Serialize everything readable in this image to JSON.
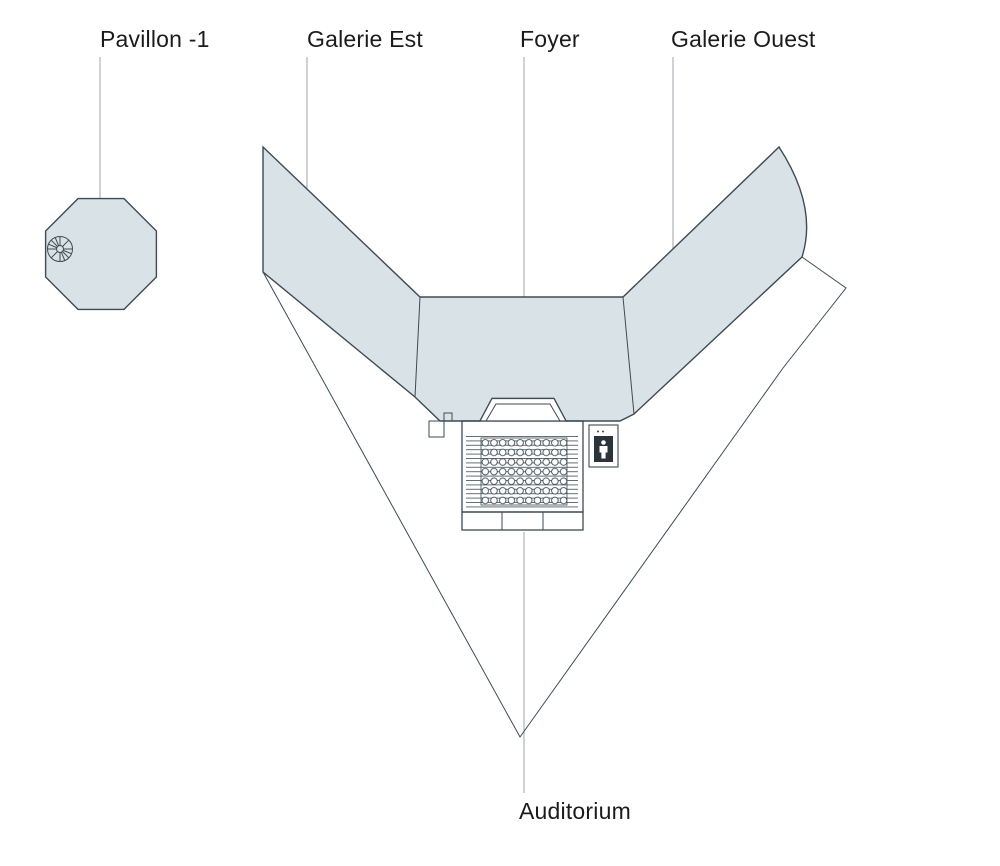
{
  "labels": [
    {
      "id": "pavillon",
      "text": "Pavillon -1"
    },
    {
      "id": "galerie-est",
      "text": "Galerie Est"
    },
    {
      "id": "foyer",
      "text": "Foyer"
    },
    {
      "id": "galerie-ouest",
      "text": "Galerie Ouest"
    },
    {
      "id": "auditorium",
      "text": "Auditorium"
    }
  ],
  "icons": {
    "spiral_staircase": "spiral-staircase-icon",
    "restroom": "restroom-icon"
  },
  "colors": {
    "background": "#ffffff",
    "area_fill": "#d9e2e6",
    "outline": "#3e4b54",
    "leader_line": "#aab4ba",
    "text": "#1b1b1b"
  }
}
